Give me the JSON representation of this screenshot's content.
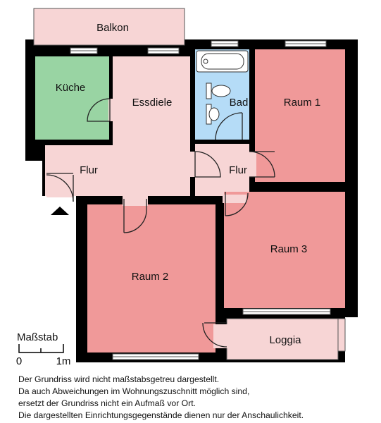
{
  "rooms": {
    "balkon": "Balkon",
    "kueche": "Küche",
    "essdiele": "Essdiele",
    "bad": "Bad",
    "raum1": "Raum 1",
    "flur_left": "Flur",
    "flur_right": "Flur",
    "raum2": "Raum 2",
    "raum3": "Raum 3",
    "loggia": "Loggia"
  },
  "scale": {
    "title": "Maßstab",
    "start": "0",
    "end": "1m"
  },
  "disclaimer": [
    "Der Grundriss wird nicht maßstabsgetreu dargestellt.",
    "Da auch Abweichungen im Wohnungszuschnitt möglich sind,",
    "ersetzt der Grundriss nicht ein Aufmaß vor Ort.",
    "Die dargestellten Einrichtungsgegenstände dienen nur der Anschaulichkeit."
  ],
  "colors": {
    "wall": "#000000",
    "light_pink": "#f7d5d5",
    "salmon": "#f09999",
    "kitchen_green": "#99d4a3",
    "bath_blue": "#b5dcf7"
  }
}
